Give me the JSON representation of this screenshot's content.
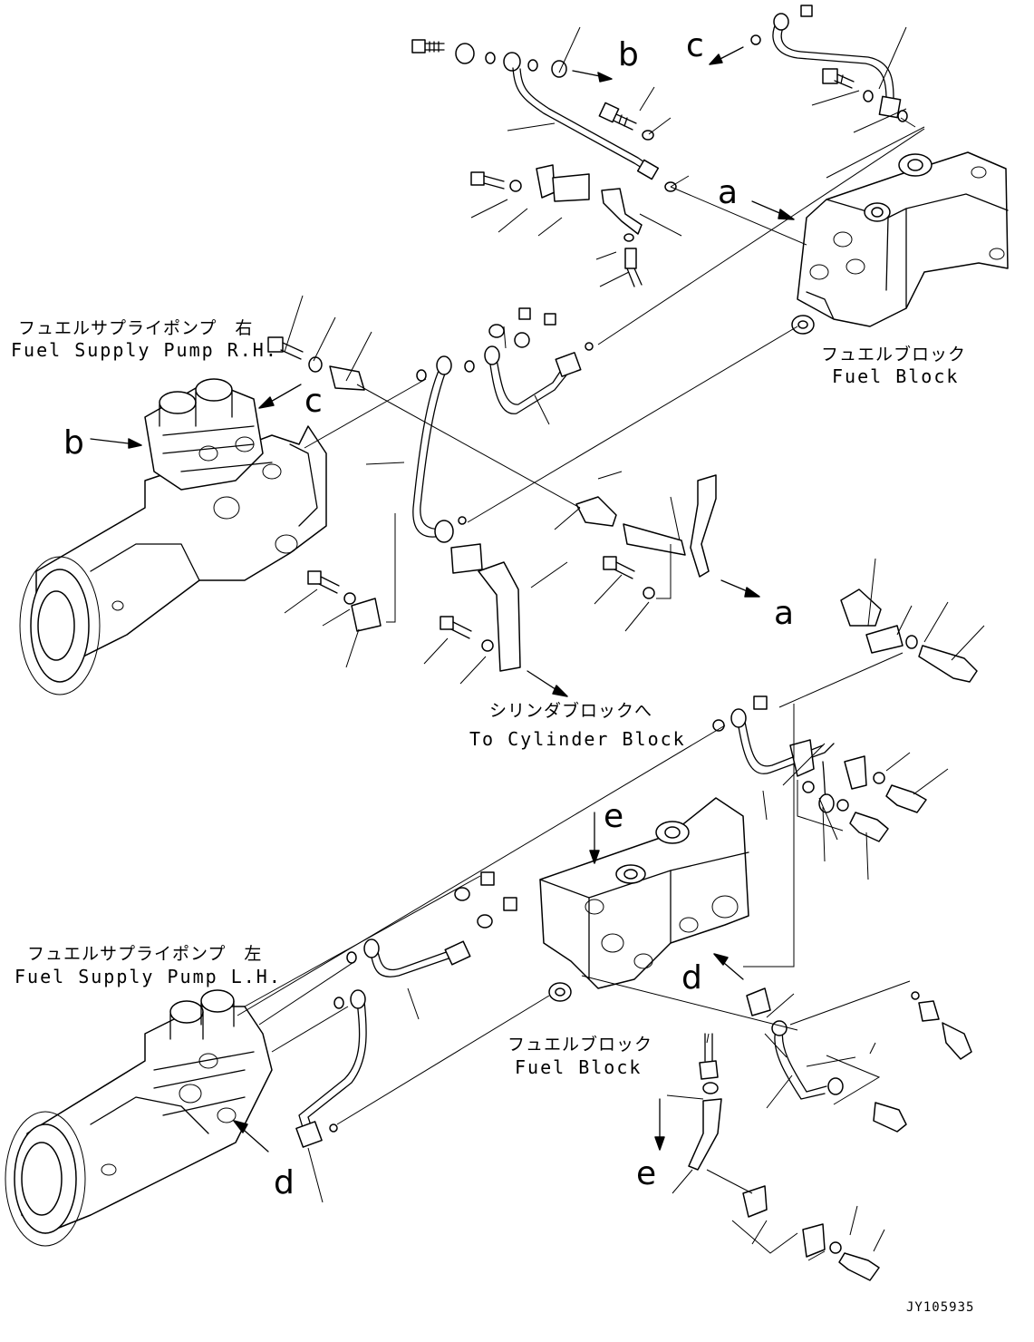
{
  "labels": {
    "pump_rh_jp": "フュエルサプライポンプ　右",
    "pump_rh_en": "Fuel Supply Pump R.H.",
    "pump_lh_jp": "フュエルサプライポンプ　左",
    "pump_lh_en": "Fuel Supply Pump L.H.",
    "fuel_block_top_jp": "フュエルブロック",
    "fuel_block_top_en": "Fuel Block",
    "fuel_block_bottom_jp": "フュエルブロック",
    "fuel_block_bottom_en": "Fuel Block",
    "cylinder_jp": "シリンダブロックへ",
    "cylinder_en": "To Cylinder Block"
  },
  "ref_letters": {
    "b_top": "b",
    "c_top": "c",
    "a_top": "a",
    "c_pump": "c",
    "b_pump": "b",
    "a_mid": "a",
    "e_block": "e",
    "d_block": "d",
    "d_pump": "d",
    "e_bottom": "e"
  },
  "drawing_code": "JY105935"
}
